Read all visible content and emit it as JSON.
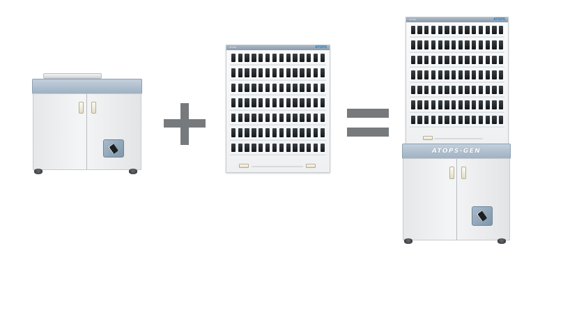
{
  "scene": {
    "background": "#ffffff",
    "equation": [
      "base-cabinet",
      "plus",
      "key-panel",
      "equals",
      "combined-cabinet"
    ]
  },
  "operators": {
    "color": "#777a7d"
  },
  "panel": {
    "brand_small": "ATOPS",
    "logo": "ATOPS",
    "accent": "#1f7fc8",
    "header_color": "#9aabbd"
  },
  "cabinet": {
    "band_color": "#adbdcc",
    "reader_icon": "key-card-reader-icon"
  },
  "combined": {
    "brand_name": "ATOPS-GEN"
  }
}
